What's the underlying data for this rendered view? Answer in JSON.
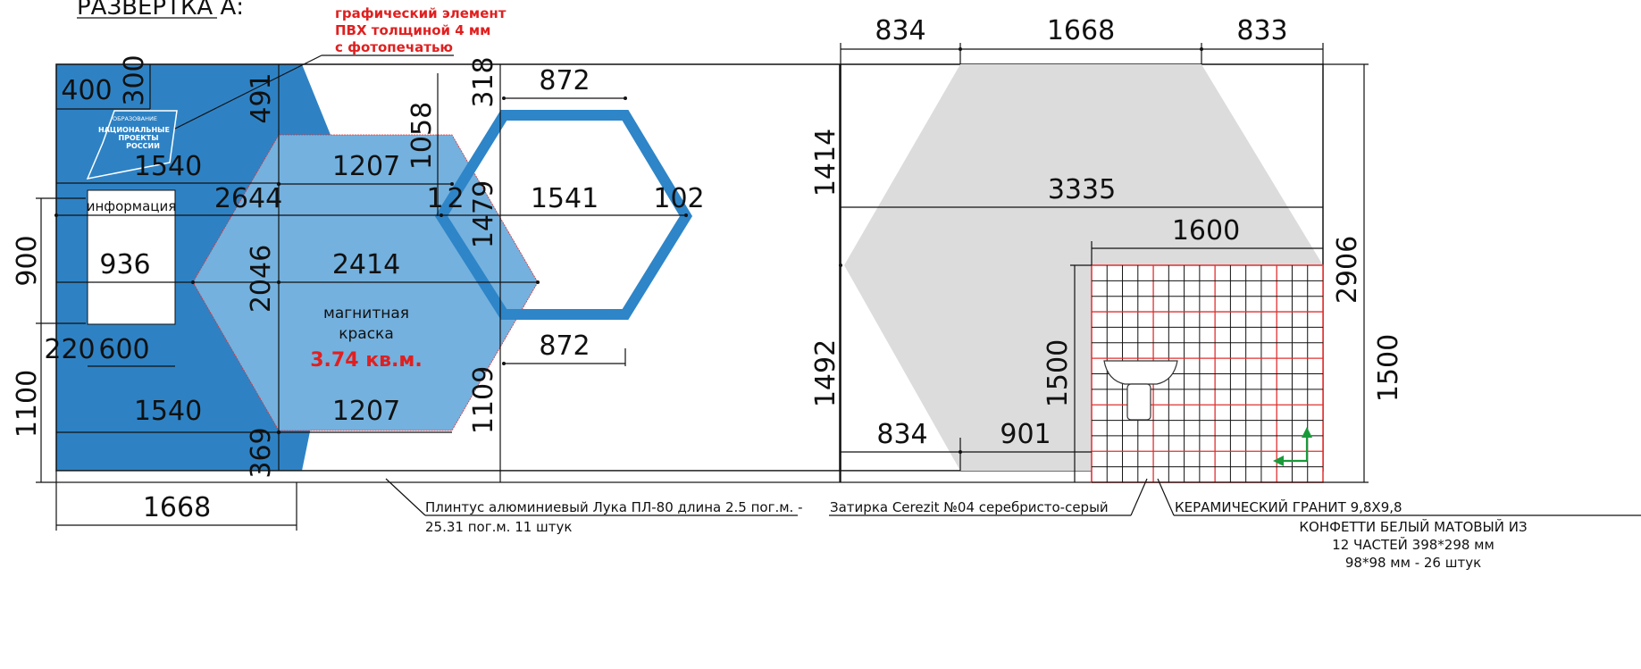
{
  "title": "РАЗВЕРТКА А:",
  "callouts": {
    "graphic_line1": "графический элемент",
    "graphic_line2": "ПВХ толщиной 4 мм",
    "graphic_line3": "с фотопечатью",
    "info": "информация",
    "magnetic_line1": "магнитная",
    "magnetic_line2": "краска",
    "magnetic_area": "3.74 кв.м.",
    "logo_line1": "ОБРАЗОВАНИЕ",
    "logo_line2": "НАЦИОНАЛЬНЫЕ",
    "logo_line3": "ПРОЕКТЫ",
    "logo_line4": "РОССИИ"
  },
  "dimensions": {
    "d400": "400",
    "d300": "300",
    "d491": "491",
    "d1540a": "1540",
    "d1207a": "1207",
    "d1058": "1058",
    "d318": "318",
    "d872a": "872",
    "d2644": "2644",
    "d1": "1",
    "d2": "2",
    "d1479": "1479",
    "d1541": "1541",
    "d102": "102",
    "d900": "900",
    "d936": "936",
    "d2046": "2046",
    "d2414": "2414",
    "d220": "220",
    "d600": "600",
    "d872b": "872",
    "d1100": "1100",
    "d1540b": "1540",
    "d1207b": "1207",
    "d1109": "1109",
    "d369": "369",
    "d1668a": "1668",
    "d834a": "834",
    "d1668b": "1668",
    "d833": "833",
    "d2906": "2906",
    "d1414": "1414",
    "d3335": "3335",
    "d1600": "1600",
    "d1492": "1492",
    "d1500a": "1500",
    "d1500b": "1500",
    "d834b": "834",
    "d901": "901"
  },
  "notes": {
    "plinth_line1": "Плинтус алюминиевый Лука ПЛ-80 длина 2.5 пог.м.  -",
    "plinth_line2": "25.31 пог.м.  11 штук",
    "grout": "Затирка Cerezit №04 серебристо-серый",
    "tile_line1": "КЕРАМИЧЕСКИЙ ГРАНИТ 9,8Х9,8",
    "tile_line2": "КОНФЕТТИ БЕЛЫЙ МАТОВЫЙ ИЗ",
    "tile_line3": "12 ЧАСТЕЙ 398*298 мм",
    "tile_line4": "98*98 мм - 26 штук"
  },
  "colors": {
    "dark_blue": "#2e82c4",
    "light_blue": "#74b1de",
    "hex_outline": "#2e85c8",
    "light_gray": "#dcdcdc",
    "accent_red": "#e02020",
    "tile_red": "#e03030",
    "arrow_green": "#1a9a3a"
  }
}
